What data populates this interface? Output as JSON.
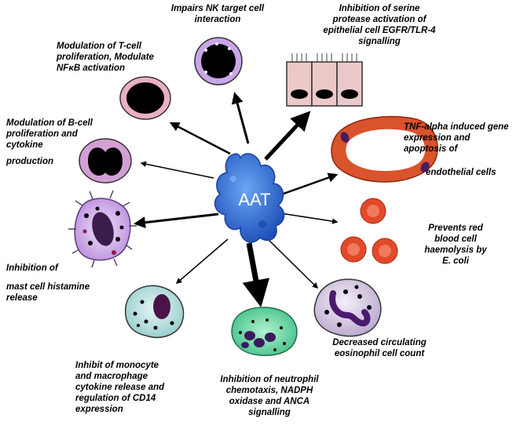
{
  "center": {
    "label": "AAT"
  },
  "labels": {
    "nk": [
      "Impairs NK target cell",
      "interaction"
    ],
    "serine": [
      "Inhibition of serine",
      "protease activation of",
      "epithelial cell EGFR/TLR-4",
      "signalling"
    ],
    "tcell": [
      "Modulation of T-cell",
      "proliferation, Modulate",
      "NFκB activation"
    ],
    "bcell_main": [
      "Modulation of B-cell",
      "proliferation and",
      "cytokine"
    ],
    "bcell_tail": [
      "production"
    ],
    "tnf_main": [
      "TNF-alpha induced gene",
      "expression and",
      "apoptosis of"
    ],
    "tnf_tail": [
      "endothelial cells"
    ],
    "rbc": [
      "Prevents red",
      "blood cell",
      "haemolysis by",
      "E. coli"
    ],
    "mast_main": [
      "Inhibition of"
    ],
    "mast_tail": [
      "mast cell histamine",
      "release"
    ],
    "eosinophil": [
      "Decreased circulating",
      "eosinophil cell count"
    ],
    "monocyte": [
      "Inhibit  of monocyte",
      "and macrophage",
      "cytokine release and",
      "regulation of CD14",
      "expression"
    ],
    "neutrophil": [
      "Inhibition of neutrophil",
      "chemotaxis, NADPH",
      "oxidase and ANCA",
      "signalling"
    ]
  },
  "colors": {
    "aat_protein": "#2f6fd8",
    "nk_cell_ring": "#b48fd8",
    "tcell_ring": "#e3a0b4",
    "bcell_ring": "#cd9ad0",
    "epithelial": "#e9c9c9",
    "endothelial": "#d9532c",
    "rbc": "#e2492b",
    "mast_cell": "#c9a2e6",
    "monocyte": "#bfe3e3",
    "neutrophil": "#69d8a8",
    "eosinophil": "#d9cde6"
  },
  "icons": [
    "nk-cell-icon",
    "epithelial-cells-icon",
    "t-cell-icon",
    "b-cell-icon",
    "endothelial-cell-icon",
    "red-blood-cells-icon",
    "mast-cell-icon",
    "monocyte-icon",
    "neutrophil-icon",
    "eosinophil-icon",
    "aat-protein-icon"
  ]
}
